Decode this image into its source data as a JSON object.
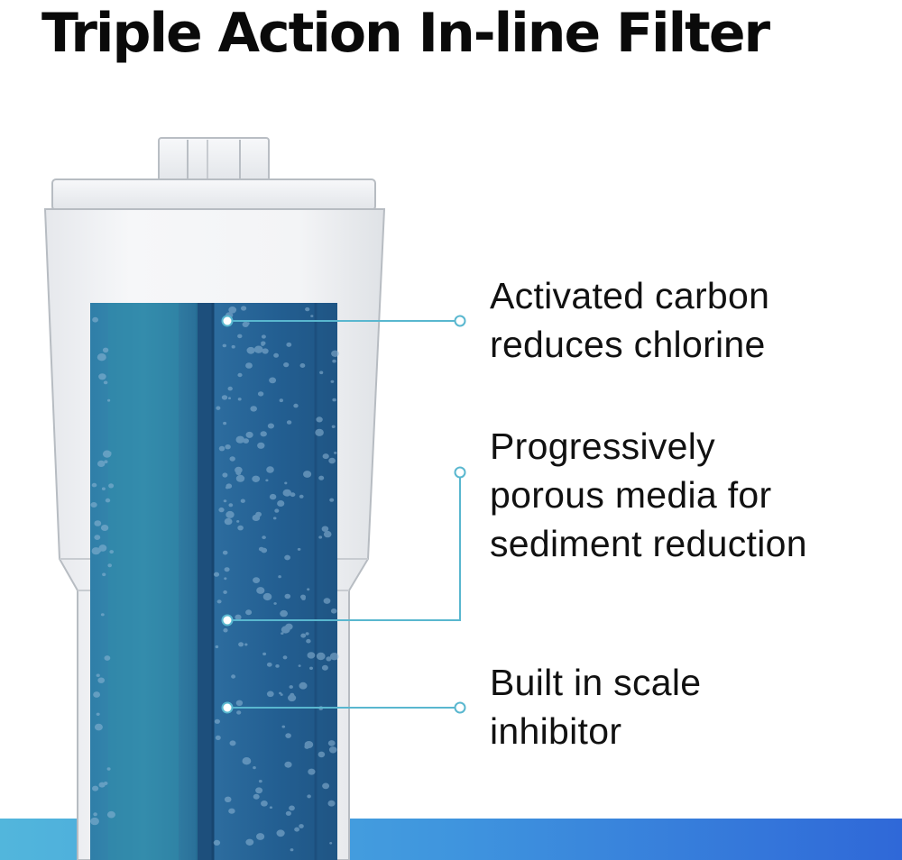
{
  "title": "Triple Action In-line Filter",
  "callouts": [
    {
      "lines": [
        "Activated carbon",
        "reduces chlorine"
      ]
    },
    {
      "lines": [
        "Progressively",
        "porous media for",
        "sediment reduction"
      ]
    },
    {
      "lines": [
        "Built in scale",
        "inhibitor"
      ]
    }
  ],
  "colors": {
    "leader_line": "#59b7cf",
    "carbon_media": "#2b6a9c",
    "sediment_media": "#235a88",
    "housing": "#f0f1f3",
    "water_band_left": "#52b6dc",
    "water_band_right": "#2f68d8"
  }
}
